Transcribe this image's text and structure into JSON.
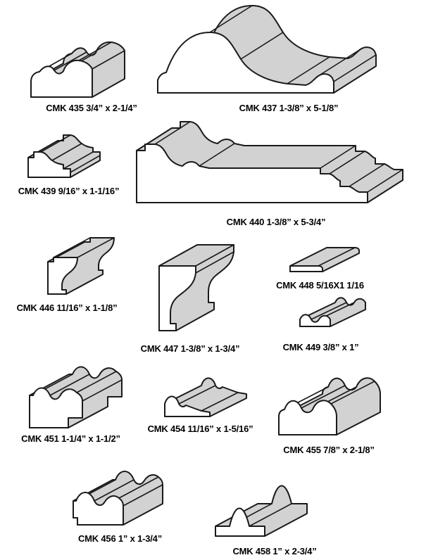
{
  "page": {
    "background": "#ffffff"
  },
  "colors": {
    "surface_gray": "#d2d2d2",
    "face_white": "#ffffff",
    "outline": "#1a1a1a",
    "label_text": "#000000"
  },
  "items": [
    {
      "id": "cmk-435",
      "code": "CMK 435",
      "size": "3/4” x 2-1/4”",
      "label": "CMK 435  3/4” x 2-1/4”"
    },
    {
      "id": "cmk-437",
      "code": "CMK 437",
      "size": "1-3/8” x 5-1/8”",
      "label": "CMK 437  1-3/8” x 5-1/8”"
    },
    {
      "id": "cmk-439",
      "code": "CMK 439",
      "size": "9/16” x 1-1/16”",
      "label": "CMK 439  9/16” x 1-1/16”"
    },
    {
      "id": "cmk-440",
      "code": "CMK 440",
      "size": "1-3/8” x 5-3/4”",
      "label": "CMK 440  1-3/8” x 5-3/4”"
    },
    {
      "id": "cmk-446",
      "code": "CMK 446",
      "size": "11/16” x 1-1/8”",
      "label": "CMK 446  11/16” x 1-1/8”"
    },
    {
      "id": "cmk-447",
      "code": "CMK 447",
      "size": "1-3/8” x 1-3/4”",
      "label": "CMK 447  1-3/8” x 1-3/4”"
    },
    {
      "id": "cmk-448",
      "code": "CMK 448",
      "size": "5/16X1 1/16",
      "label": "CMK 448  5/16X1 1/16"
    },
    {
      "id": "cmk-449",
      "code": "CMK 449",
      "size": "3/8” x 1”",
      "label": "CMK 449  3/8” x 1”"
    },
    {
      "id": "cmk-451",
      "code": "CMK 451",
      "size": "1-1/4” x 1-1/2”",
      "label": "CMK 451  1-1/4” x 1-1/2”"
    },
    {
      "id": "cmk-454",
      "code": "CMK 454",
      "size": "11/16” x 1-5/16”",
      "label": "CMK 454  11/16” x 1-5/16”"
    },
    {
      "id": "cmk-455",
      "code": "CMK 455",
      "size": "7/8” x 2-1/8”",
      "label": "CMK 455  7/8” x 2-1/8”"
    },
    {
      "id": "cmk-456",
      "code": "CMK 456",
      "size": "1” x 1-3/4”",
      "label": "CMK 456  1” x 1-3/4”"
    },
    {
      "id": "cmk-458",
      "code": "CMK 458",
      "size": "1” x 2-3/4”",
      "label": "CMK 458  1” x 2-3/4”"
    }
  ]
}
